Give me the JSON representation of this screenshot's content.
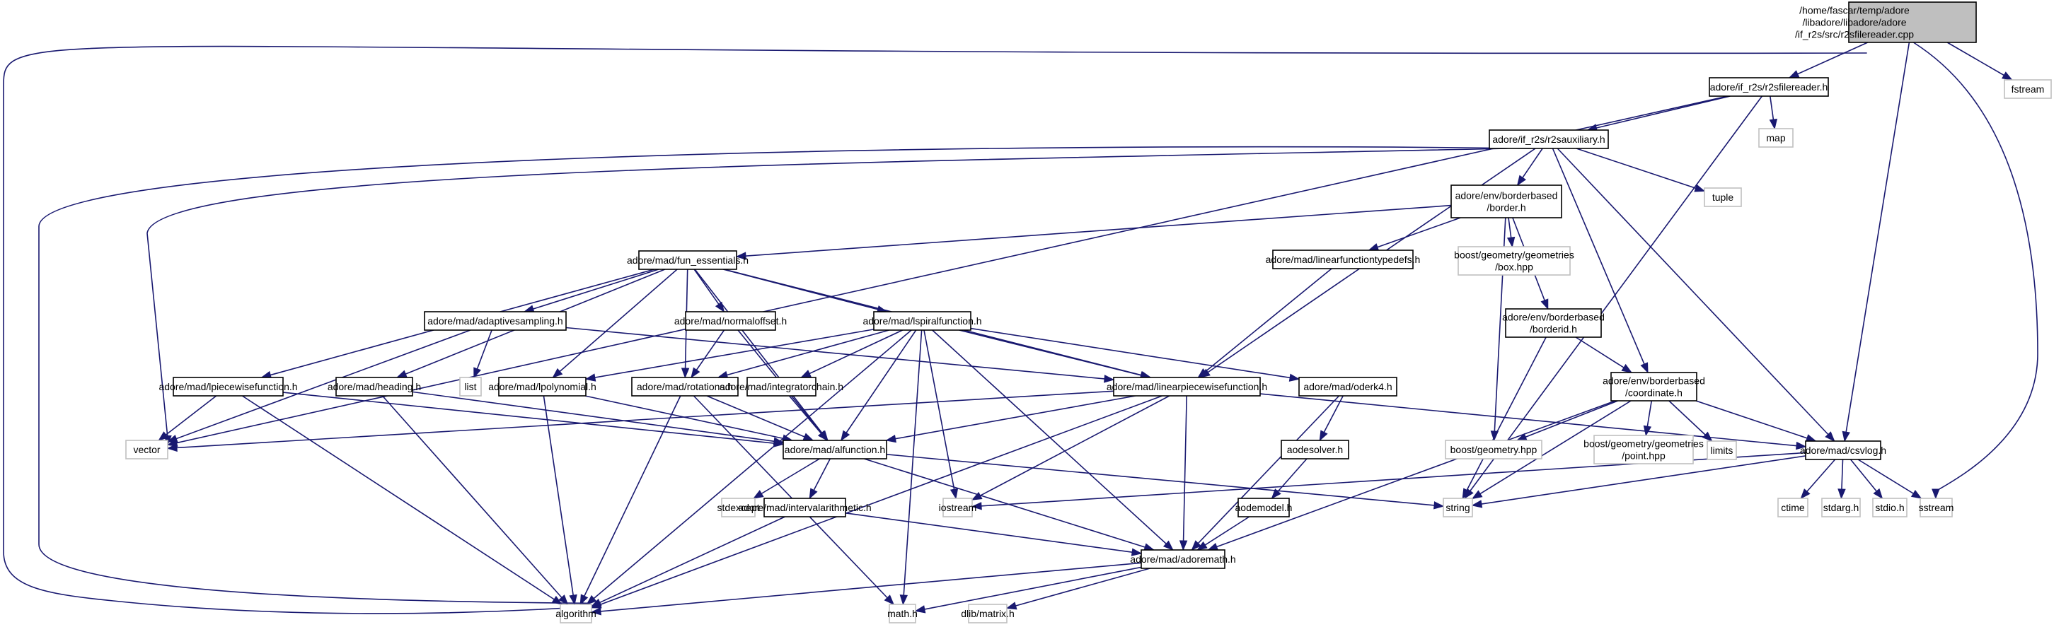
{
  "title": "Include dependency graph for r2sfilereader.cpp",
  "colors": {
    "edge": "#191970",
    "root_fill": "#bfbfbf",
    "local_border": "#000000",
    "external_border": "#bfbfbf",
    "background": "#ffffff"
  },
  "nodes": [
    {
      "id": "root",
      "kind": "root",
      "lines": [
        "/home/fascar/temp/adore",
        "/libadore/libadore/adore",
        "/if_r2s/src/r2sfilereader.cpp"
      ]
    },
    {
      "id": "r2sfilereader",
      "kind": "local",
      "lines": [
        "adore/if_r2s/r2sfilereader.h"
      ]
    },
    {
      "id": "fstream",
      "kind": "ext",
      "lines": [
        "fstream"
      ]
    },
    {
      "id": "map",
      "kind": "ext",
      "lines": [
        "map"
      ]
    },
    {
      "id": "r2sauxiliary",
      "kind": "local",
      "lines": [
        "adore/if_r2s/r2sauxiliary.h"
      ]
    },
    {
      "id": "tuple",
      "kind": "ext",
      "lines": [
        "tuple"
      ]
    },
    {
      "id": "border",
      "kind": "local",
      "lines": [
        "adore/env/borderbased",
        "/border.h"
      ]
    },
    {
      "id": "fun_essentials",
      "kind": "local",
      "lines": [
        "adore/mad/fun_essentials.h"
      ]
    },
    {
      "id": "linearfunctiontypedefs",
      "kind": "local",
      "lines": [
        "adore/mad/linearfunctiontypedefs.h"
      ]
    },
    {
      "id": "boxhpp",
      "kind": "ext",
      "lines": [
        "boost/geometry/geometries",
        "/box.hpp"
      ]
    },
    {
      "id": "borderid",
      "kind": "local",
      "lines": [
        "adore/env/borderbased",
        "/borderid.h"
      ]
    },
    {
      "id": "adaptivesampling",
      "kind": "local",
      "lines": [
        "adore/mad/adaptivesampling.h"
      ]
    },
    {
      "id": "normaloffset",
      "kind": "local",
      "lines": [
        "adore/mad/normaloffset.h"
      ]
    },
    {
      "id": "lspiralfunction",
      "kind": "local",
      "lines": [
        "adore/mad/lspiralfunction.h"
      ]
    },
    {
      "id": "coordinate",
      "kind": "local",
      "lines": [
        "adore/env/borderbased",
        "/coordinate.h"
      ]
    },
    {
      "id": "lpiecewisefunction",
      "kind": "local",
      "lines": [
        "adore/mad/lpiecewisefunction.h"
      ]
    },
    {
      "id": "heading",
      "kind": "local",
      "lines": [
        "adore/mad/heading.h"
      ]
    },
    {
      "id": "list",
      "kind": "ext",
      "lines": [
        "list"
      ]
    },
    {
      "id": "lpolynomial",
      "kind": "local",
      "lines": [
        "adore/mad/lpolynomial.h"
      ]
    },
    {
      "id": "rotations",
      "kind": "local",
      "lines": [
        "adore/mad/rotations.h"
      ]
    },
    {
      "id": "integratorchain",
      "kind": "local",
      "lines": [
        "adore/mad/integratorchain.h"
      ]
    },
    {
      "id": "linearpiecewisefunction",
      "kind": "local",
      "lines": [
        "adore/mad/linearpiecewisefunction.h"
      ]
    },
    {
      "id": "oderk4",
      "kind": "local",
      "lines": [
        "adore/mad/oderk4.h"
      ]
    },
    {
      "id": "geometryhpp",
      "kind": "ext",
      "lines": [
        "boost/geometry.hpp"
      ]
    },
    {
      "id": "pointhpp",
      "kind": "ext",
      "lines": [
        "boost/geometry/geometries",
        "/point.hpp"
      ]
    },
    {
      "id": "limits",
      "kind": "ext",
      "lines": [
        "limits"
      ]
    },
    {
      "id": "csvlog",
      "kind": "local",
      "lines": [
        "adore/mad/csvlog.h"
      ]
    },
    {
      "id": "vector",
      "kind": "ext",
      "lines": [
        "vector"
      ]
    },
    {
      "id": "alfunction",
      "kind": "local",
      "lines": [
        "adore/mad/alfunction.h"
      ]
    },
    {
      "id": "aodesolver",
      "kind": "local",
      "lines": [
        "aodesolver.h"
      ]
    },
    {
      "id": "stdexcept",
      "kind": "ext",
      "lines": [
        "stdexcept"
      ]
    },
    {
      "id": "intervalarithmetic",
      "kind": "local",
      "lines": [
        "adore/mad/intervalarithmetic.h"
      ]
    },
    {
      "id": "iostream",
      "kind": "ext",
      "lines": [
        "iostream"
      ]
    },
    {
      "id": "aodemodel",
      "kind": "local",
      "lines": [
        "aodemodel.h"
      ]
    },
    {
      "id": "string",
      "kind": "ext",
      "lines": [
        "string"
      ]
    },
    {
      "id": "ctime",
      "kind": "ext",
      "lines": [
        "ctime"
      ]
    },
    {
      "id": "stdarg",
      "kind": "ext",
      "lines": [
        "stdarg.h"
      ]
    },
    {
      "id": "stdio",
      "kind": "ext",
      "lines": [
        "stdio.h"
      ]
    },
    {
      "id": "sstream",
      "kind": "ext",
      "lines": [
        "sstream"
      ]
    },
    {
      "id": "adoremath",
      "kind": "local",
      "lines": [
        "adore/mad/adoremath.h"
      ]
    },
    {
      "id": "algorithm",
      "kind": "ext",
      "lines": [
        "algorithm"
      ]
    },
    {
      "id": "mathh",
      "kind": "ext",
      "lines": [
        "math.h"
      ]
    },
    {
      "id": "dlibmatrix",
      "kind": "ext",
      "lines": [
        "dlib/matrix.h"
      ]
    }
  ],
  "edges": [
    [
      "root",
      "r2sfilereader"
    ],
    [
      "root",
      "fstream"
    ],
    [
      "root",
      "csvlog"
    ],
    [
      "root",
      "algorithm"
    ],
    [
      "root",
      "sstream"
    ],
    [
      "r2sfilereader",
      "r2sauxiliary"
    ],
    [
      "r2sfilereader",
      "map"
    ],
    [
      "r2sfilereader",
      "vector"
    ],
    [
      "r2sfilereader",
      "string"
    ],
    [
      "r2sauxiliary",
      "border"
    ],
    [
      "r2sauxiliary",
      "tuple"
    ],
    [
      "r2sauxiliary",
      "csvlog"
    ],
    [
      "r2sauxiliary",
      "coordinate"
    ],
    [
      "r2sauxiliary",
      "linearpiecewisefunction"
    ],
    [
      "r2sauxiliary",
      "vector"
    ],
    [
      "r2sauxiliary",
      "algorithm"
    ],
    [
      "border",
      "fun_essentials"
    ],
    [
      "border",
      "linearfunctiontypedefs"
    ],
    [
      "border",
      "boxhpp"
    ],
    [
      "border",
      "borderid"
    ],
    [
      "border",
      "geometryhpp"
    ],
    [
      "borderid",
      "coordinate"
    ],
    [
      "borderid",
      "string"
    ],
    [
      "linearfunctiontypedefs",
      "linearpiecewisefunction"
    ],
    [
      "fun_essentials",
      "adaptivesampling"
    ],
    [
      "fun_essentials",
      "normaloffset"
    ],
    [
      "fun_essentials",
      "lspiralfunction"
    ],
    [
      "fun_essentials",
      "lpiecewisefunction"
    ],
    [
      "fun_essentials",
      "heading"
    ],
    [
      "fun_essentials",
      "lpolynomial"
    ],
    [
      "fun_essentials",
      "rotations"
    ],
    [
      "fun_essentials",
      "linearpiecewisefunction"
    ],
    [
      "fun_essentials",
      "alfunction"
    ],
    [
      "adaptivesampling",
      "list"
    ],
    [
      "adaptivesampling",
      "vector"
    ],
    [
      "adaptivesampling",
      "linearpiecewisefunction"
    ],
    [
      "normaloffset",
      "rotations"
    ],
    [
      "normaloffset",
      "alfunction"
    ],
    [
      "lspiralfunction",
      "lpolynomial"
    ],
    [
      "lspiralfunction",
      "rotations"
    ],
    [
      "lspiralfunction",
      "integratorchain"
    ],
    [
      "lspiralfunction",
      "linearpiecewisefunction"
    ],
    [
      "lspiralfunction",
      "oderk4"
    ],
    [
      "lspiralfunction",
      "alfunction"
    ],
    [
      "lspiralfunction",
      "iostream"
    ],
    [
      "lspiralfunction",
      "mathh"
    ],
    [
      "lspiralfunction",
      "adoremath"
    ],
    [
      "lspiralfunction",
      "algorithm"
    ],
    [
      "lpiecewisefunction",
      "vector"
    ],
    [
      "lpiecewisefunction",
      "alfunction"
    ],
    [
      "lpiecewisefunction",
      "algorithm"
    ],
    [
      "heading",
      "alfunction"
    ],
    [
      "heading",
      "algorithm"
    ],
    [
      "lpolynomial",
      "alfunction"
    ],
    [
      "lpolynomial",
      "algorithm"
    ],
    [
      "rotations",
      "alfunction"
    ],
    [
      "rotations",
      "mathh"
    ],
    [
      "rotations",
      "algorithm"
    ],
    [
      "integratorchain",
      "alfunction"
    ],
    [
      "linearpiecewisefunction",
      "alfunction"
    ],
    [
      "linearpiecewisefunction",
      "vector"
    ],
    [
      "linearpiecewisefunction",
      "csvlog"
    ],
    [
      "linearpiecewisefunction",
      "iostream"
    ],
    [
      "linearpiecewisefunction",
      "adoremath"
    ],
    [
      "linearpiecewisefunction",
      "algorithm"
    ],
    [
      "oderk4",
      "aodesolver"
    ],
    [
      "oderk4",
      "adoremath"
    ],
    [
      "aodesolver",
      "aodemodel"
    ],
    [
      "aodemodel",
      "adoremath"
    ],
    [
      "coordinate",
      "geometryhpp"
    ],
    [
      "coordinate",
      "pointhpp"
    ],
    [
      "coordinate",
      "limits"
    ],
    [
      "coordinate",
      "csvlog"
    ],
    [
      "coordinate",
      "string"
    ],
    [
      "coordinate",
      "adoremath"
    ],
    [
      "csvlog",
      "string"
    ],
    [
      "csvlog",
      "iostream"
    ],
    [
      "csvlog",
      "ctime"
    ],
    [
      "csvlog",
      "stdarg"
    ],
    [
      "csvlog",
      "stdio"
    ],
    [
      "csvlog",
      "sstream"
    ],
    [
      "alfunction",
      "stdexcept"
    ],
    [
      "alfunction",
      "intervalarithmetic"
    ],
    [
      "alfunction",
      "adoremath"
    ],
    [
      "alfunction",
      "string"
    ],
    [
      "intervalarithmetic",
      "adoremath"
    ],
    [
      "intervalarithmetic",
      "algorithm"
    ],
    [
      "adoremath",
      "algorithm"
    ],
    [
      "adoremath",
      "mathh"
    ],
    [
      "adoremath",
      "dlibmatrix"
    ]
  ]
}
